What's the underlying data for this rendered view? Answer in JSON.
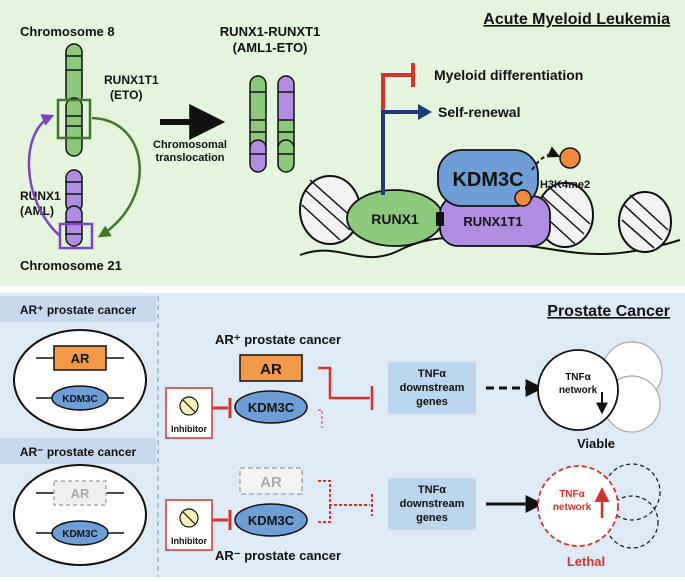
{
  "aml": {
    "title": "Acute Myeloid Leukemia",
    "chromosome8": "Chromosome 8",
    "chromosome21": "Chromosome 21",
    "runx1t1_line1": "RUNX1T1",
    "runx1t1_line2": "(ETO)",
    "runx1_line1": "RUNX1",
    "runx1_line2": "(AML)",
    "fusion_line1": "RUNX1-RUNXT1",
    "fusion_line2": "(AML1-ETO)",
    "translocation_line1": "Chromosomal",
    "translocation_line2": "translocation",
    "myeloid_differentiation": "Myeloid differentiation",
    "self_renewal": "Self-renewal",
    "kdm3c": "KDM3C",
    "h3k4me2": "H3K4me2",
    "runx1_protein": "RUNX1",
    "runx1t1_protein": "RUNX1T1"
  },
  "prostate": {
    "title": "Prostate Cancer",
    "ar_pos_header": "AR⁺ prostate cancer",
    "ar_neg_header": "AR⁻ prostate cancer",
    "ar": "AR",
    "kdm3c": "KDM3C",
    "ar_pos_label": "AR⁺ prostate cancer",
    "ar_neg_label": "AR⁻ prostate cancer",
    "inhibitor": "Inhibitor",
    "tnfa_line1": "TNFα",
    "tnfa_line2": "downstream",
    "tnfa_line3": "genes",
    "network_line1": "TNFα",
    "network_line2": "network",
    "viable": "Viable",
    "lethal": "Lethal"
  },
  "colors": {
    "aml_bg": "#e5f4dc",
    "prostate_bg": "#deeaf5",
    "header_tab": "#c6d9ee",
    "green": "#8dc97c",
    "purple": "#b08de0",
    "kdm3c_blue": "#6f9ed6",
    "ar_orange": "#f39a4a",
    "red": "#d6332b",
    "navy": "#1f3a78",
    "tnfa_box": "#bcd6ee"
  }
}
